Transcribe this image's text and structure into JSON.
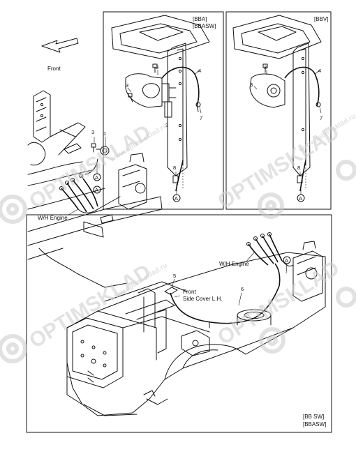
{
  "direction": {
    "label": "Front"
  },
  "panels": {
    "top_left": {
      "tags": [
        "[BBA]",
        "[BBASW]"
      ]
    },
    "top_right": {
      "tags": [
        "[BBV]"
      ]
    },
    "bottom": {
      "tags": [
        "[BB SW]",
        "[BBASW]"
      ]
    }
  },
  "labels": {
    "wh_engine_left": "W/H Engine",
    "wh_engine_bottom": "W/H Engine",
    "front_side_cover_line1": "Front",
    "front_side_cover_line2": "Side Cover L.H."
  },
  "callouts": {
    "n1": "1",
    "n2": "2",
    "n3": "3",
    "n4": "4",
    "n5": "5",
    "n6": "6",
    "n7": "7",
    "n8": "8",
    "ref_a": "A"
  }
}
